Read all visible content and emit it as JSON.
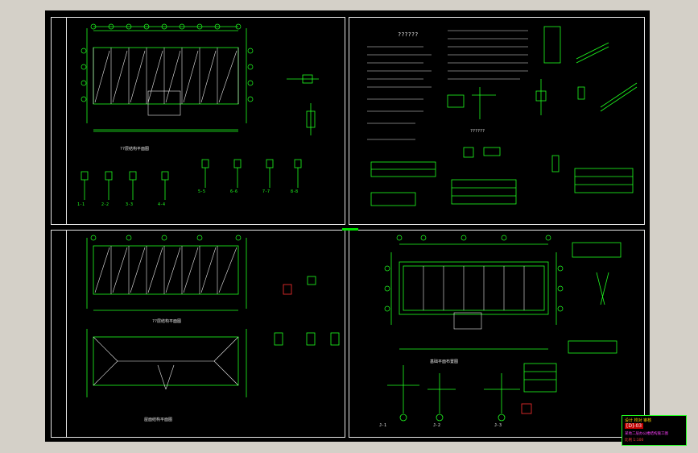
{
  "app": {
    "viewport_background": "#d4d0c8",
    "paper_background": "#000000",
    "line_color": "#20ff20",
    "frame_color": "#e6e6e6",
    "accent_red": "#ff3030",
    "accent_cyan": "#40ffff"
  },
  "sheets": [
    {
      "id": "sheet-1",
      "plan_title": "??层结构平面图",
      "details": [
        "1-1",
        "2-2",
        "3-3",
        "4-4",
        "5-5",
        "6-6",
        "7-7",
        "8-8"
      ]
    },
    {
      "id": "sheet-2",
      "notes_title": "??????",
      "detail_title": "??????"
    },
    {
      "id": "sheet-3",
      "plan_title": "??层结构平面图",
      "roof_title": "屋面结构平面图"
    },
    {
      "id": "sheet-4",
      "plan_title": "基础平面布置图",
      "section_titles": [
        "J-1",
        "J-2",
        "J-3"
      ]
    }
  ],
  "titleblock": {
    "line1": "设计 校对 审核",
    "line2": "[D]-03",
    "line3": "某地二层办公楼结构施工图",
    "line4": "比例 1:100"
  },
  "icons": {
    "split": "split-handle-icon"
  }
}
